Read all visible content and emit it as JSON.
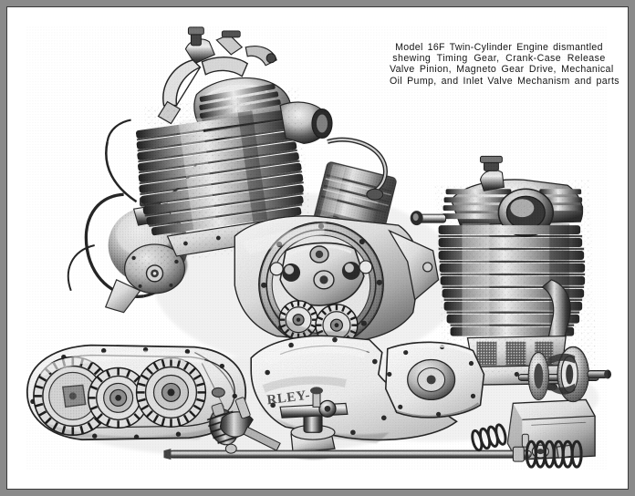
{
  "plate": {
    "kind": "halftone-engraving",
    "subject": "Harley-Davidson Model 16F twin-cylinder engine, dismantled",
    "background_color": "#ffffff",
    "border_color": "#8a8a8a",
    "frame_line_color": "#3a3a3a",
    "ink_color": "#1a1a1a"
  },
  "caption": {
    "line1": "Model 16F  Twin-Cylinder Engine  dismantled",
    "line2": "shewing  Timing  Gear,  Crank-Case  Release",
    "line3": "Valve Pinion, Magneto Gear Drive, Mechanical",
    "line4": "Oil Pump, and Inlet Valve Mechanism and parts",
    "model": "16F"
  },
  "casting_mark": {
    "text": "RLEY-"
  },
  "components": {
    "front_cylinder": "front-cylinder-assembly",
    "rear_cylinder": "rear-cylinder-assembly",
    "magneto": "magneto-unit",
    "timing_gear_case": "timing-gear-case",
    "gear_cover": "timing-gear-cover",
    "crankcase": "crankcase-half",
    "flywheels": "flywheel-assembly",
    "oil_pump": "mechanical-oil-pump",
    "pushrod": "pushrod-and-valve-spring",
    "piston": "piston-with-rings",
    "release_valve": "crank-case-release-valve"
  }
}
